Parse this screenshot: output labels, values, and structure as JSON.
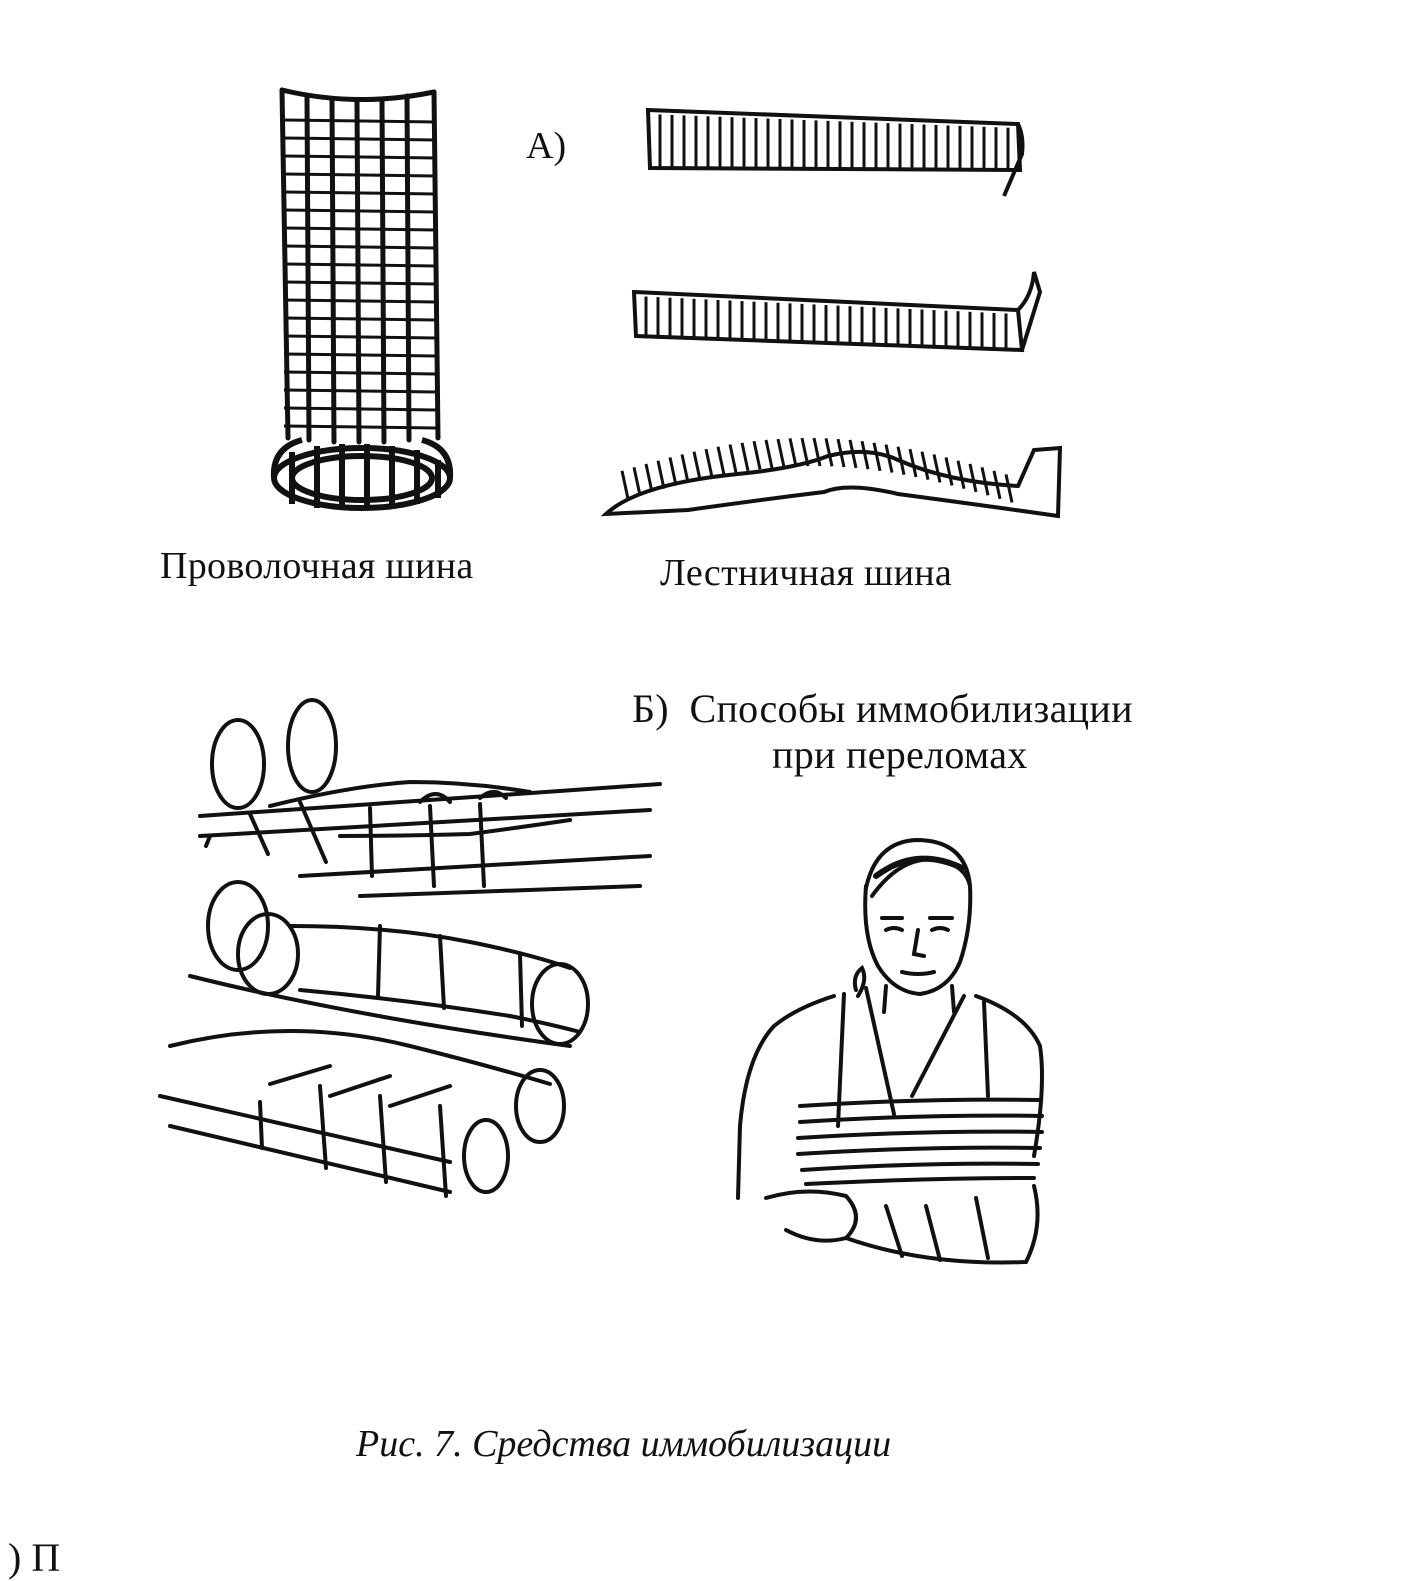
{
  "section_a": {
    "label": "А)",
    "wire_splint_caption": "Проволочная шина",
    "ladder_splint_caption": "Лестничная шина"
  },
  "section_b": {
    "label": "Б)",
    "title_line1": "Способы иммобилизации",
    "title_line2": "при переломах"
  },
  "figure_caption": "Рис. 7. Средства иммобилизации",
  "cut_off_text": ") П"
}
